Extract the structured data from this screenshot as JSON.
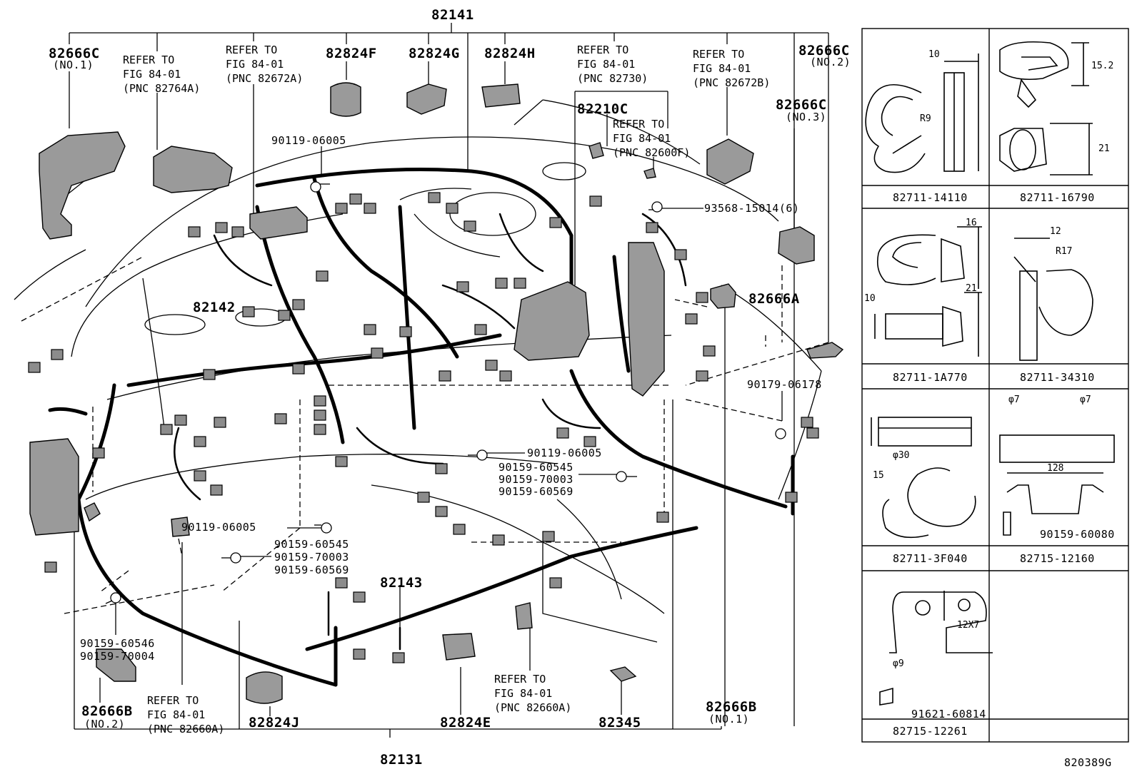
{
  "main_parts": {
    "p82141": "82141",
    "p82666c_1": "82666C",
    "p82666c_1_sub": "(NO.1)",
    "p82824f": "82824F",
    "p82824g": "82824G",
    "p82824h": "82824H",
    "p82666c_2": "82666C",
    "p82666c_2_sub": "(NO.2)",
    "p82666c_3": "82666C",
    "p82666c_3_sub": "(NO.3)",
    "p82210c": "82210C",
    "p82142": "82142",
    "p82666a": "82666A",
    "p82143": "82143",
    "p82666b_2": "82666B",
    "p82666b_2_sub": "(NO.2)",
    "p82824j": "82824J",
    "p82824e": "82824E",
    "p82345": "82345",
    "p82666b_1": "82666B",
    "p82666b_1_sub": "(NO.1)",
    "p82131": "82131"
  },
  "refs": {
    "r82764a": "REFER TO\nFIG 84-01\n(PNC 82764A)",
    "r82672a": "REFER TO\nFIG 84-01\n(PNC 82672A)",
    "r82730": "REFER TO\nFIG 84-01\n(PNC 82730)",
    "r82600f": "REFER TO\nFIG 84-01\n(PNC 82600F)",
    "r82672b": "REFER TO\nFIG 84-01\n(PNC 82672B)",
    "r82660a_mid": "REFER TO\nFIG 84-01\n(PNC 82660A)",
    "r82660a_left": "REFER TO\nFIG 84-01\n(PNC 82660A)"
  },
  "fasteners": {
    "f_90119_top": "90119-06005",
    "f_93568": "93568-15014(6)",
    "f_90179": "90179-06178",
    "f_90119_mid": "90119-06005",
    "f_group_mid_1": "90159-60545",
    "f_group_mid_2": "90159-70003",
    "f_group_mid_3": "90159-60569",
    "f_90119_low": "90119-06005",
    "f_group_low_1": "90159-60545",
    "f_group_low_2": "90159-70003",
    "f_group_low_3": "90159-60569",
    "f_group_left_1": "90159-60546",
    "f_group_left_2": "90159-70004"
  },
  "clip_panels": [
    {
      "caption": "82711-14110",
      "dims": [
        "10",
        "R9"
      ]
    },
    {
      "caption": "82711-16790",
      "dims": [
        "15.2",
        "21"
      ]
    },
    {
      "caption": "82711-1A770",
      "dims": [
        "16",
        "10",
        "21"
      ]
    },
    {
      "caption": "82711-34310",
      "dims": [
        "12",
        "R17"
      ]
    },
    {
      "caption": "82711-3F040",
      "dims": [
        "15",
        "φ30"
      ]
    },
    {
      "caption": "82715-12160",
      "dims": [
        "φ7",
        "φ7",
        "128"
      ],
      "fastener": "90159-60080"
    },
    {
      "caption": "82715-12261",
      "dims": [
        "12X7",
        "φ9"
      ],
      "fastener": "91621-60814"
    }
  ],
  "figure_code": "820389G"
}
